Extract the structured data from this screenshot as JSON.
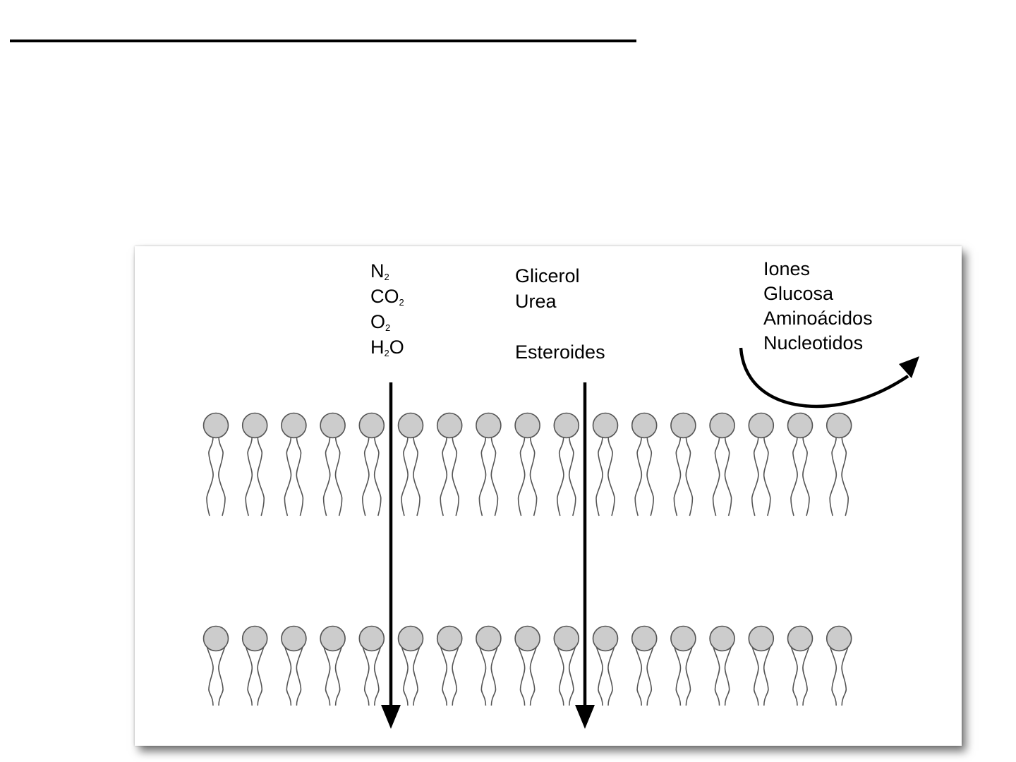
{
  "colors": {
    "line": "#000000",
    "head_fill": "#cccccc",
    "head_stroke": "#555555",
    "tail_stroke": "#555555"
  },
  "bilayer": {
    "lipids_per_leaflet": 17,
    "top_heads": "phospholipid heads (outer leaflet)",
    "bottom_heads": "phospholipid heads (inner leaflet)"
  },
  "groups": {
    "gases": {
      "items": [
        {
          "base": "N",
          "sub": "2",
          "rest": ""
        },
        {
          "base": "CO",
          "sub": "2",
          "rest": ""
        },
        {
          "base": "O",
          "sub": "2",
          "rest": ""
        },
        {
          "base": "H",
          "sub": "2",
          "rest": "O"
        }
      ],
      "crosses_membrane": true
    },
    "small_polar": {
      "items": [
        "Glicerol",
        "Urea",
        "Esteroides"
      ],
      "crosses_membrane": true
    },
    "impermeable": {
      "items": [
        "Iones",
        "Glucosa",
        "Aminoácidos",
        "Nucleotidos"
      ],
      "crosses_membrane": false
    }
  }
}
